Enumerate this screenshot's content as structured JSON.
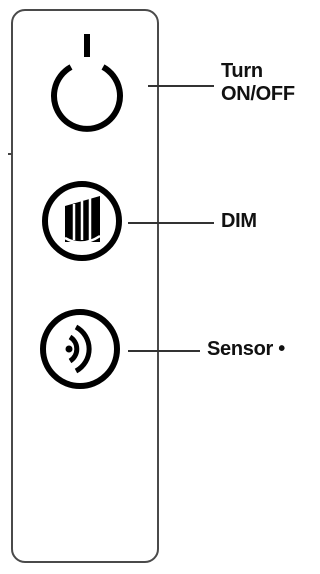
{
  "labels": {
    "power": "Turn\nON/OFF",
    "dim": "DIM",
    "sensor": "Sensor •"
  },
  "icons": {
    "power": "power-icon",
    "dim": "dim-icon",
    "sensor": "sensor-icon"
  },
  "colors": {
    "outline": "#000000",
    "body_border": "#4a4a4a",
    "text": "#111111"
  }
}
